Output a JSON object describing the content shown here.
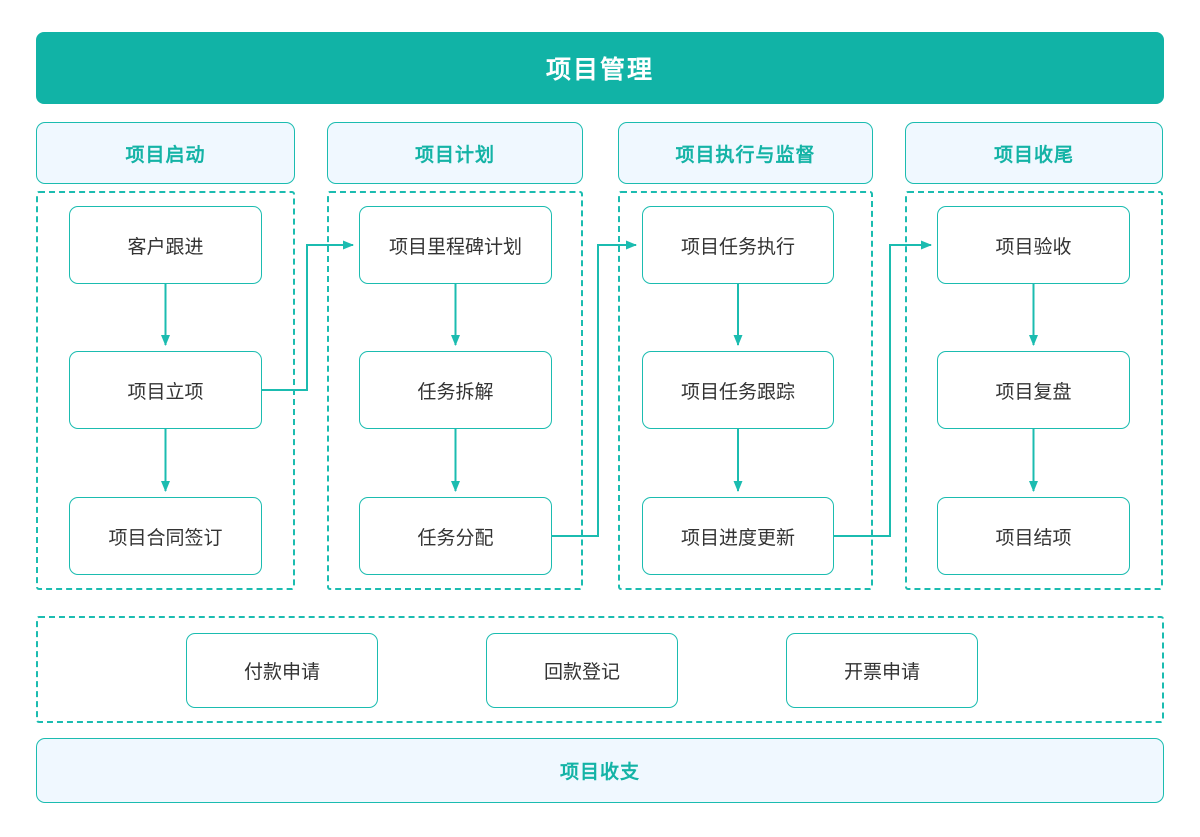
{
  "diagram": {
    "type": "flowchart",
    "title": "项目管理",
    "accent_color": "#11b3a6",
    "panel_bg_color": "#f0f8ff",
    "node_text_color": "#333333",
    "banner": {
      "label": "项目管理"
    },
    "phases": [
      {
        "key": "initiation",
        "header": "项目启动",
        "nodes": [
          "客户跟进",
          "项目立项",
          "项目合同签订"
        ]
      },
      {
        "key": "planning",
        "header": "项目计划",
        "nodes": [
          "项目里程碑计划",
          "任务拆解",
          "任务分配"
        ]
      },
      {
        "key": "execution",
        "header": "项目执行与监督",
        "nodes": [
          "项目任务执行",
          "项目任务跟踪",
          "项目进度更新"
        ]
      },
      {
        "key": "closing",
        "header": "项目收尾",
        "nodes": [
          "项目验收",
          "项目复盘",
          "项目结项"
        ]
      }
    ],
    "finance_nodes": [
      "付款申请",
      "回款登记",
      "开票申请"
    ],
    "footer": {
      "label": "项目收支"
    },
    "connections": [
      {
        "from": "项目立项",
        "to": "项目里程碑计划",
        "kind": "cross-phase-arrow"
      },
      {
        "from": "任务分配",
        "to": "项目任务执行",
        "kind": "cross-phase-arrow"
      },
      {
        "from": "项目进度更新",
        "to": "项目验收",
        "kind": "cross-phase-arrow"
      },
      {
        "from": "客户跟进",
        "to": "项目立项",
        "kind": "vertical-arrow"
      },
      {
        "from": "项目立项",
        "to": "项目合同签订",
        "kind": "vertical-arrow"
      },
      {
        "from": "项目里程碑计划",
        "to": "任务拆解",
        "kind": "vertical-arrow"
      },
      {
        "from": "任务拆解",
        "to": "任务分配",
        "kind": "vertical-arrow"
      },
      {
        "from": "项目任务执行",
        "to": "项目任务跟踪",
        "kind": "vertical-arrow"
      },
      {
        "from": "项目任务跟踪",
        "to": "项目进度更新",
        "kind": "vertical-arrow"
      },
      {
        "from": "项目验收",
        "to": "项目复盘",
        "kind": "vertical-arrow"
      },
      {
        "from": "项目复盘",
        "to": "项目结项",
        "kind": "vertical-arrow"
      }
    ]
  }
}
